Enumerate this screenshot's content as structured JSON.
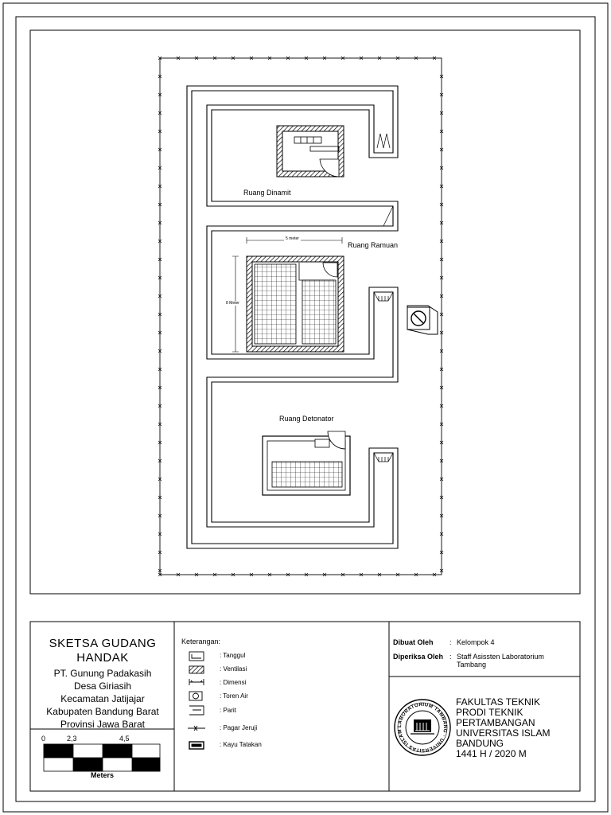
{
  "labels": {
    "ruang_dinamit": "Ruang Dinamit",
    "ruang_ramuan": "Ruang Ramuan",
    "ruang_detonator": "Ruang Detonator",
    "dim_width": "5 meter",
    "dim_height": "8 Meter"
  },
  "title_block": {
    "title": "SKETSA GUDANG HANDAK",
    "company": "PT. Gunung Padakasih",
    "village": "Desa Giriasih",
    "district": "Kecamatan Jatijajar",
    "regency": "Kabupaten Bandung Barat",
    "province": "Provinsi Jawa Barat"
  },
  "scale_bar": {
    "ticks": [
      "0",
      "2,3",
      "4,5"
    ],
    "unit": "Meters"
  },
  "legend": {
    "title": "Keterangan:",
    "items": [
      ": Tanggul",
      ": Ventilasi",
      ": Dimensi",
      ": Toren Air",
      ": Parit",
      ": Pagar Jeruji",
      ": Kayu Tatakan"
    ]
  },
  "info": {
    "made_by_label": "Dibuat Oleh",
    "made_by_value": "Kelompok 4",
    "checked_by_label": "Diperiksa Oleh",
    "checked_by_value": "Staff Asissten Laboratorium Tambang",
    "colon": ":"
  },
  "institution": {
    "line1": "FAKULTAS TEKNIK",
    "line2": "PRODI TEKNIK",
    "line3": "PERTAMBANGAN",
    "line4": "UNIVERSITAS ISLAM",
    "line5": "BANDUNG",
    "line6": "1441 H / 2020 M",
    "seal_text": "LABORATORIUM TAMBANG · UNIVERSITAS ISLAM BANDUNG"
  }
}
